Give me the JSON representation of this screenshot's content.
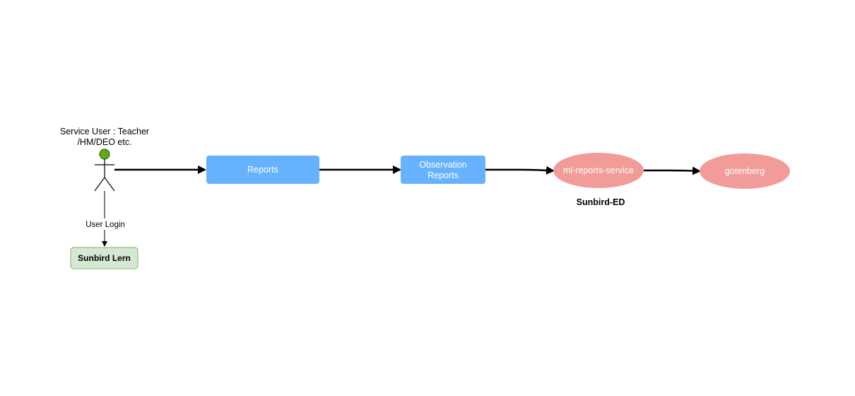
{
  "actor": {
    "label_line1": "Service User : Teacher",
    "label_line2": "/HM/DEO etc.",
    "head_color": "#60a917"
  },
  "nodes": {
    "reports": {
      "label": "Reports",
      "color": "#66b2ff"
    },
    "observation_reports": {
      "label_line1": "Observation",
      "label_line2": "Reports",
      "color": "#66b2ff"
    },
    "ml_reports_service": {
      "label": "ml-reports-service",
      "color": "#f19c99"
    },
    "gotenberg": {
      "label": "gotenberg",
      "color": "#f19c99"
    },
    "sunbird_lern": {
      "label": "Sunbird Lern",
      "color": "#d5e8d4",
      "border": "#82b366"
    }
  },
  "edges": {
    "user_login": {
      "label": "User Login"
    }
  },
  "groups": {
    "sunbird_ed": {
      "label": "Sunbird-ED"
    }
  }
}
